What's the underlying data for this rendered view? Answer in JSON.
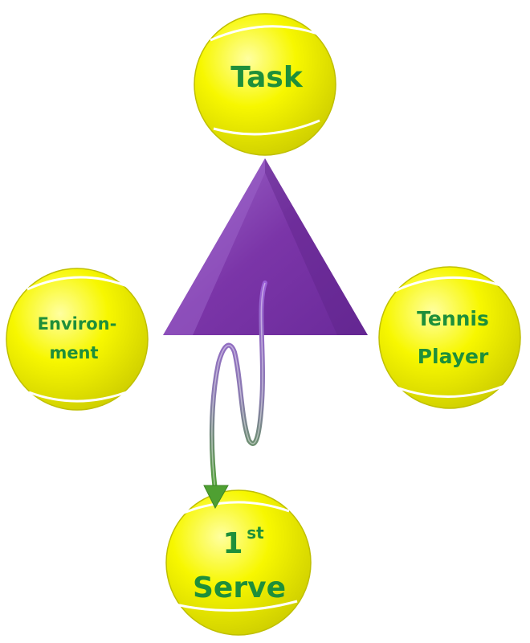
{
  "nodes": {
    "task": {
      "label": "Task"
    },
    "environment": {
      "line1": "Environ-",
      "line2": "ment"
    },
    "tennis_player": {
      "line1": "Tennis",
      "line2": "Player"
    },
    "first_serve": {
      "number": "1",
      "superscript": "st",
      "line2": "Serve"
    }
  },
  "colors": {
    "ball_fill": "#f2f200",
    "ball_highlight": "#ffffa0",
    "ball_shadow": "#c8c800",
    "ball_seam": "#ffffff",
    "label_text": "#1e8f3a",
    "triangle_fill": "#7b35a8",
    "triangle_highlight": "#a06ccd",
    "arrow_start": "#8a4fc9",
    "arrow_end": "#4fa032"
  }
}
